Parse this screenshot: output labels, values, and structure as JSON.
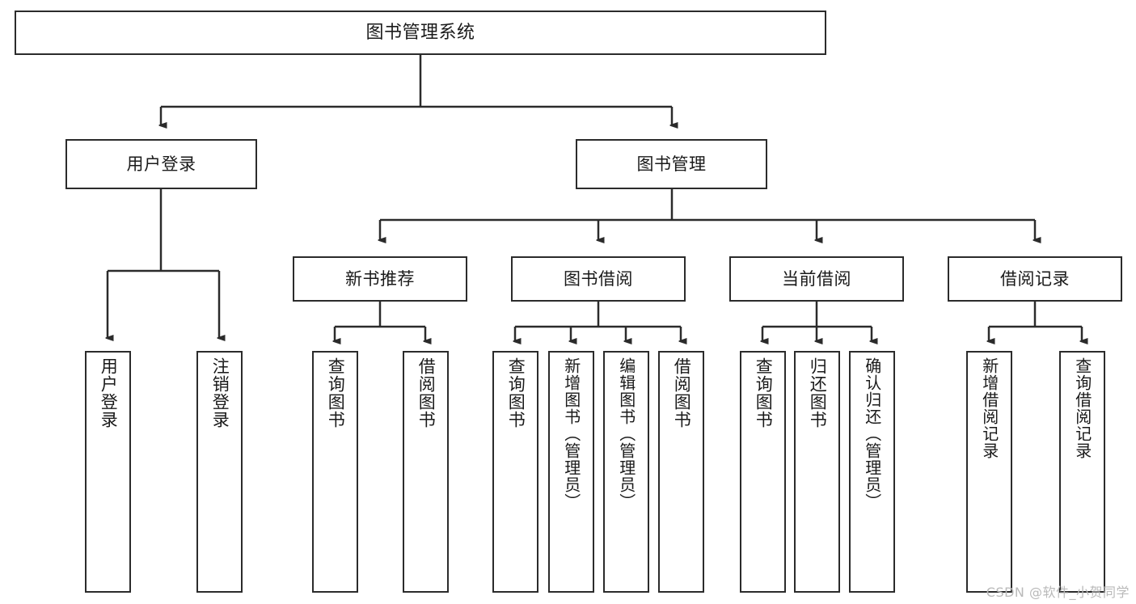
{
  "diagram": {
    "type": "tree-hierarchy-chart",
    "title": "图书管理系统",
    "colors": {
      "stroke": "#2b2b2b",
      "fill": "#ffffff",
      "text": "#1a1a1a",
      "watermark": "#b9b9b9"
    },
    "root": {
      "label": "图书管理系统"
    },
    "level2": [
      {
        "label": "用户登录"
      },
      {
        "label": "图书管理"
      }
    ],
    "level3": [
      {
        "label": "新书推荐"
      },
      {
        "label": "图书借阅"
      },
      {
        "label": "当前借阅"
      },
      {
        "label": "借阅记录"
      }
    ],
    "leaves": {
      "user_login": [
        {
          "label": "用户登录"
        },
        {
          "label": "注销登录"
        }
      ],
      "new_book_recommend": [
        {
          "label": "查询图书"
        },
        {
          "label": "借阅图书"
        }
      ],
      "book_borrow": [
        {
          "label": "查询图书"
        },
        {
          "label": "新增图书（管理员）"
        },
        {
          "label": "编辑图书（管理员）"
        },
        {
          "label": "借阅图书"
        }
      ],
      "current_borrow": [
        {
          "label": "查询图书"
        },
        {
          "label": "归还图书"
        },
        {
          "label": "确认归还（管理员）"
        }
      ],
      "borrow_record": [
        {
          "label": "新增借阅记录"
        },
        {
          "label": "查询借阅记录"
        }
      ]
    }
  },
  "watermark": {
    "text": "CSDN @软件_小贺同学"
  }
}
